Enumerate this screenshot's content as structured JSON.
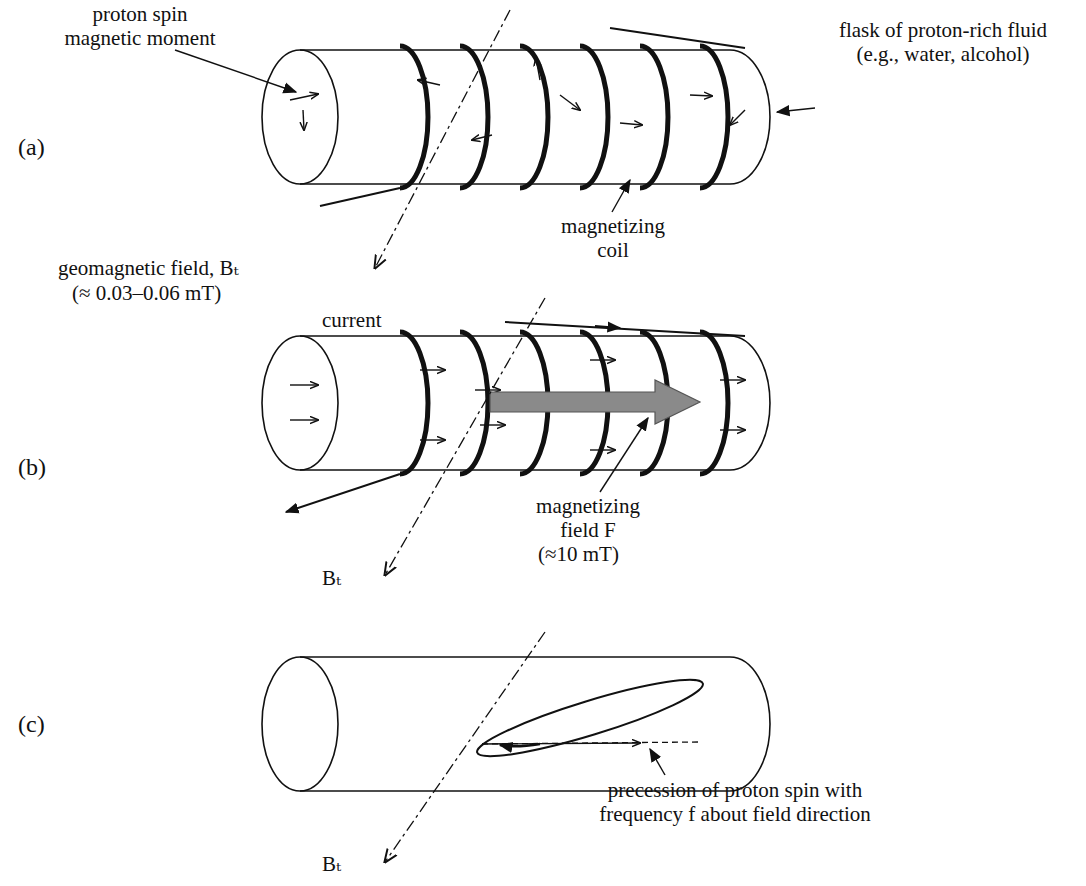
{
  "diagram": {
    "labels": [
      "(a)",
      "proton spin magnetic moment",
      "flask of proton-rich fluid (e.g., water, alcohol)",
      "magnetizing coil",
      "geomagnetic field, Bₜ",
      "(≈ 0.03–0.06 mT)",
      "(b)",
      "current",
      "magnetizing field F",
      "(≈10 mT)",
      "Bₜ",
      "(c)",
      "Bₜ",
      "precession of proton spin with frequency f about field direction"
    ]
  }
}
